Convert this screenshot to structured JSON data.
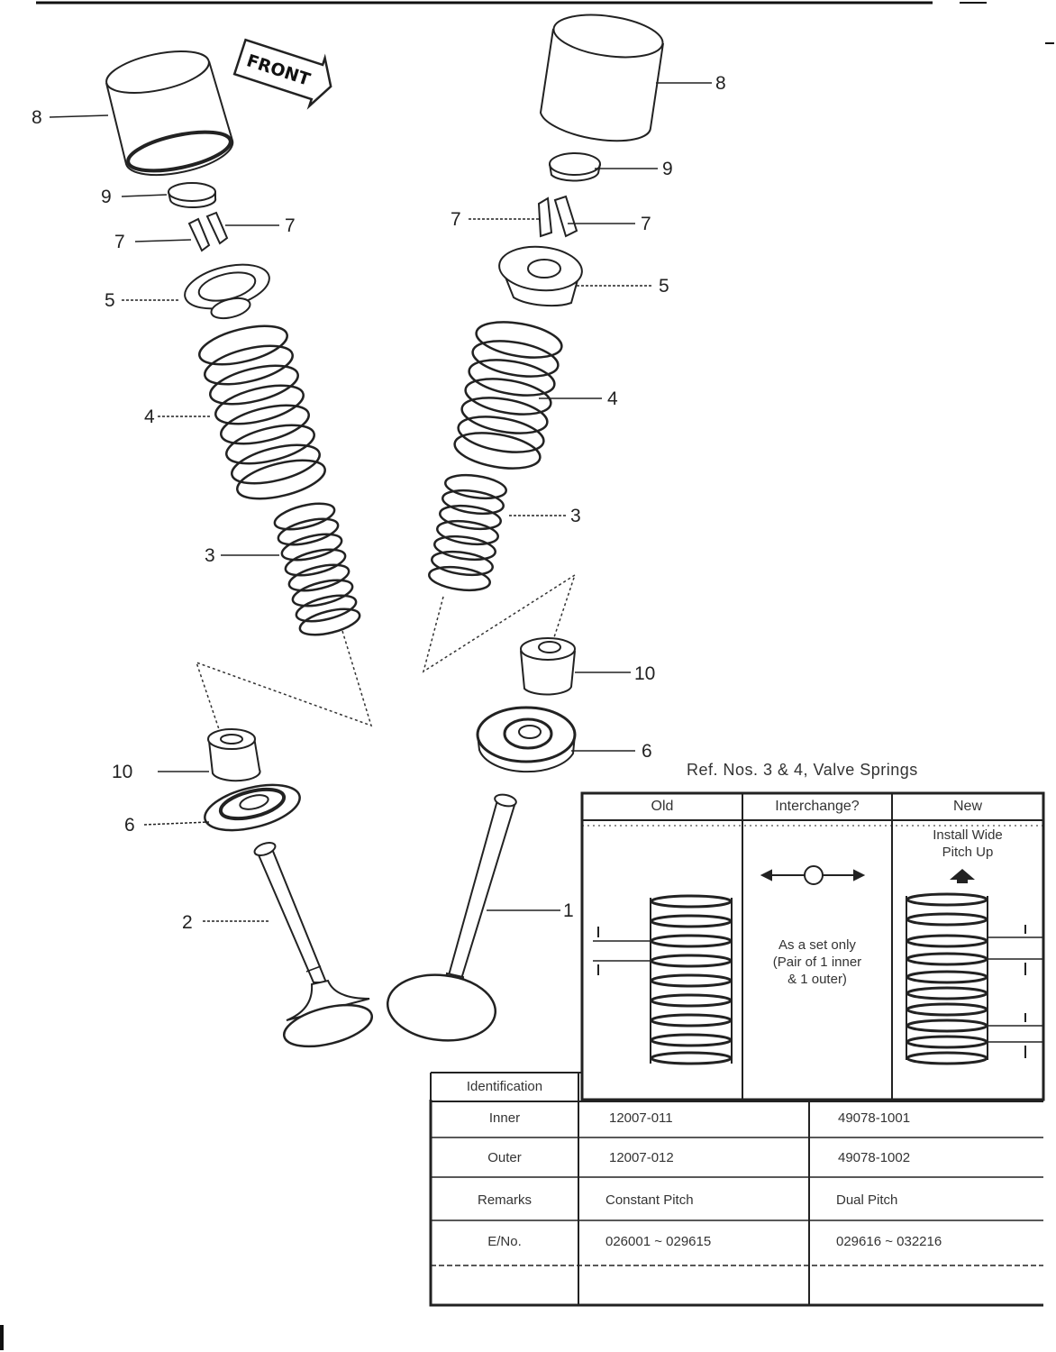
{
  "front_label": "FRONT",
  "callouts": {
    "left": [
      "8",
      "9",
      "7",
      "7",
      "5",
      "4",
      "3",
      "10",
      "6",
      "2"
    ],
    "right": [
      "8",
      "9",
      "7",
      "7",
      "5",
      "4",
      "3",
      "10",
      "6",
      "1"
    ]
  },
  "spring_table": {
    "title": "Ref. Nos. 3 & 4, Valve Springs",
    "headers": {
      "old": "Old",
      "interchange": "Interchange?",
      "new": "New"
    },
    "new_note_line1": "Install Wide",
    "new_note_line2": "Pitch Up",
    "interchange_note_line1": "As a set only",
    "interchange_note_line2": "(Pair of 1 inner",
    "interchange_note_line3": "& 1 outer)"
  },
  "identification_table": {
    "header": "Identification",
    "rows": [
      {
        "label": "Inner",
        "old": "12007-011",
        "new": "49078-1001"
      },
      {
        "label": "Outer",
        "old": "12007-012",
        "new": "49078-1002"
      },
      {
        "label": "Remarks",
        "old": "Constant Pitch",
        "new": "Dual Pitch"
      },
      {
        "label": "E/No.",
        "old": "026001 ~ 029615",
        "new": "029616 ~ 032216"
      }
    ]
  }
}
